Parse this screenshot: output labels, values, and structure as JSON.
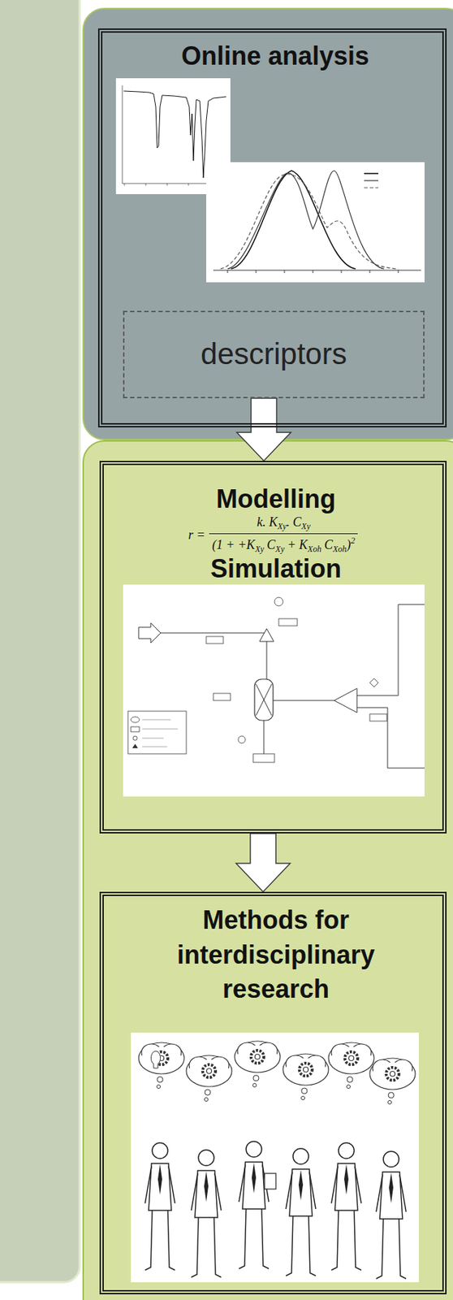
{
  "diagram": {
    "nodes": [
      {
        "text": [
          "Online analysis"
        ]
      },
      {
        "text": [
          "descriptors"
        ],
        "in": 0
      },
      {
        "text": [
          "Modelling",
          "Simulation"
        ]
      },
      {
        "text": [
          "Methods for interdisciplinary research"
        ]
      }
    ],
    "edges": [
      {
        "from": 1,
        "to": 2,
        "arrow": "to"
      },
      {
        "from": 2,
        "to": 3,
        "arrow": "to"
      }
    ],
    "labels": [
      "r =",
      "k. K",
      "Xy",
      ". C",
      "Xy",
      "(1 + +K",
      "Xy",
      "C",
      "Xy",
      "+ K",
      "Xoh",
      "C",
      "Xoh",
      ")",
      "2"
    ]
  }
}
